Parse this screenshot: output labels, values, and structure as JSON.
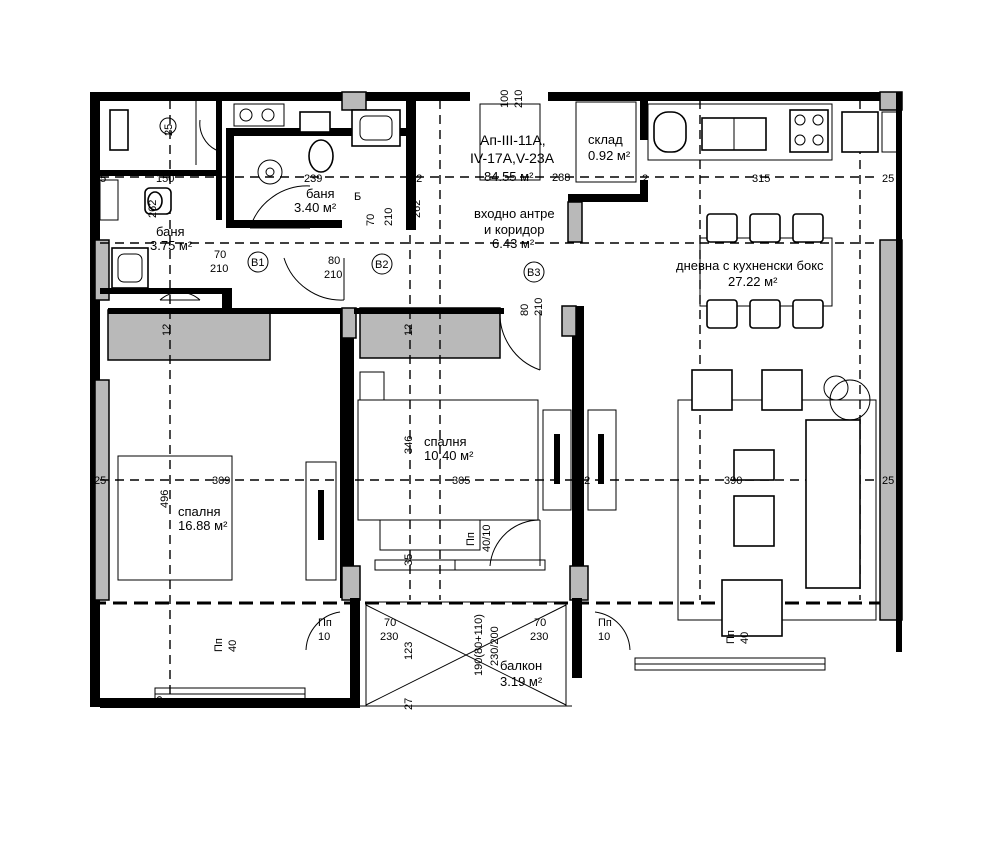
{
  "apartment": {
    "code_line1": "Ап-III-11А,",
    "code_line2": "IV-17А,V-23А",
    "area": "84.55 м²"
  },
  "rooms": [
    {
      "id": "bath1",
      "name": "баня",
      "area": "3.75 м²"
    },
    {
      "id": "bath2",
      "name": "баня",
      "area": "3.40 м²"
    },
    {
      "id": "storage",
      "name": "склад",
      "area": "0.92 м²"
    },
    {
      "id": "hall_l1",
      "name": "входно антре",
      "area": ""
    },
    {
      "id": "hall",
      "name": "и коридор",
      "area": "6.43 м²"
    },
    {
      "id": "living",
      "name": "дневна с кухненски бокс",
      "area": "27.22 м²"
    },
    {
      "id": "bed_small",
      "name": "спалня",
      "area": "10.40 м²"
    },
    {
      "id": "bed_large",
      "name": "спалня",
      "area": "16.88 м²"
    },
    {
      "id": "balcony",
      "name": "балкон",
      "area": "3.19 м²"
    }
  ],
  "dims": {
    "d25": "25",
    "d150": "150",
    "d239": "239",
    "d262": "262",
    "d2": "2",
    "d12": "12",
    "d288": "288",
    "d315": "315",
    "d100": "100",
    "d210": "210",
    "d70": "70",
    "d80": "80",
    "d309": "309",
    "d305": "305",
    "d390": "390",
    "d496": "496",
    "d346": "346",
    "d35": "35",
    "d123": "123",
    "d27": "27",
    "d230": "230",
    "d10": "10",
    "d40": "40",
    "d40_10": "40/10",
    "balcony_door": "190(80+110)",
    "balcony_door2": "230/200",
    "pp": "Пп",
    "b_letter": "Б"
  },
  "door_tags": {
    "b1": "B1",
    "b2": "B2",
    "b3": "B3"
  },
  "icons": [
    "toilet-icon",
    "sink-icon",
    "stove-icon",
    "table-icon",
    "chair-icon"
  ]
}
